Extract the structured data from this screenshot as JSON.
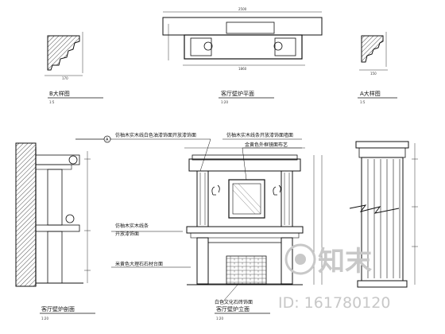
{
  "drawing": {
    "views": {
      "detail_b": {
        "title": "B大样图",
        "scale": "1:5"
      },
      "plan": {
        "title": "客厅壁炉平面",
        "scale": "1:20"
      },
      "detail_a": {
        "title": "A大样图",
        "scale": "1:5"
      },
      "side_elevation": {
        "title": "客厅壁炉剖面",
        "scale": "1:20"
      },
      "front_elevation": {
        "title": "客厅壁炉立面",
        "scale": "1:20"
      }
    },
    "annotations": {
      "note1": "仿柚木实木线白色油漆饰面开放漆饰面",
      "note2": "仿柚木实木线条开放漆饰面墙面",
      "note3": "金黄色外框镜面布艺",
      "note4": "仿柚木实木线条",
      "note5": "开放漆饰面",
      "note6": "米黄色大理石石材台面",
      "bottom_label": "白色文化石砖饰面"
    },
    "markers": {
      "section_mark": "A"
    }
  },
  "watermark": {
    "brand": "知末",
    "id_text": "ID: 161780120"
  }
}
